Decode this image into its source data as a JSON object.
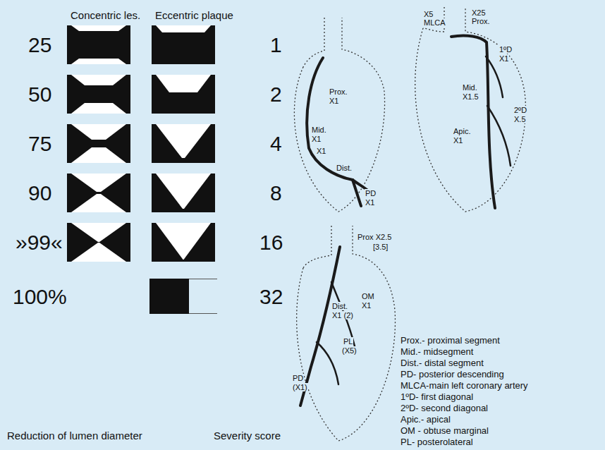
{
  "diagram": {
    "labels": [
      "Concentric les.",
      "Eccentric plaque",
      "25",
      "1",
      "50",
      "2",
      "75",
      "4",
      "90",
      "8",
      "»99«",
      "16",
      "100%",
      "32",
      "Reduction of lumen diameter",
      "Severity score",
      "Prox.",
      "X1",
      "Mid.",
      "X1",
      "X1",
      "Dist.",
      "PD",
      "X1",
      "X5",
      "MLCA",
      "X25",
      "Prox.",
      "1ºD",
      "X1",
      "Mid.",
      "X1.5",
      "2ºD",
      "X.5",
      "Apic.",
      "X1",
      "Prox X2.5",
      "[3.5]",
      "OM",
      "X1",
      "Dist.",
      "X1 (2)",
      "PL",
      "(X5)",
      "PD",
      "(X1)",
      "Prox.- proximal segment",
      "Mid.- midsegment",
      "Dist.- distal segment",
      "PD- posterior descending",
      "MLCA-main left coronary artery",
      "1ºD- first diagonal",
      "2ºD- second diagonal",
      "Apic.- apical",
      "OM - obtuse marginal",
      "PL- posterolateral"
    ]
  }
}
